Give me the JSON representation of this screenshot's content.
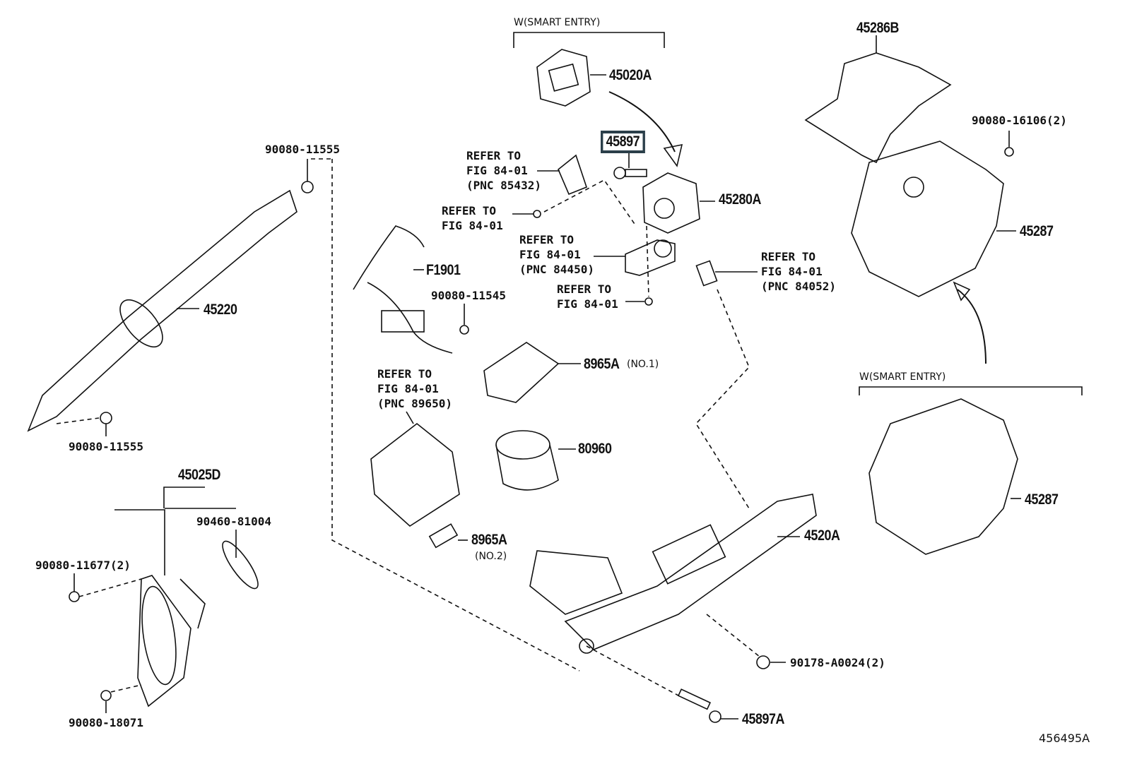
{
  "diagram": {
    "figure_id": "456495A",
    "group_notes": [
      {
        "text": "W(SMART ENTRY)"
      },
      {
        "text": "W(SMART ENTRY)"
      }
    ],
    "highlighted_part": "45897",
    "parts": {
      "p45020A": "45020A",
      "p45280A": "45280A",
      "pF1901": "F1901",
      "p90080_11545": "90080-11545",
      "p8965A_1": "8965A",
      "p8965A_1_note": "(NO.1)",
      "p80960": "80960",
      "p8965A_2": "8965A",
      "p8965A_2_note": "(NO.2)",
      "p4520A": "4520A",
      "p90178": "90178-A0024(2)",
      "p45897A": "45897A",
      "p90080_11555_top": "90080-11555",
      "p45220": "45220",
      "p90080_11555_bottom": "90080-11555",
      "p45025D": "45025D",
      "p90460": "90460-81004",
      "p90080_11677": "90080-11677(2)",
      "p90080_18071": "90080-18071",
      "p45286B": "45286B",
      "p90080_16106": "90080-16106(2)",
      "p45287_a": "45287",
      "p45287_b": "45287"
    },
    "references": [
      {
        "line1": "REFER TO",
        "line2": "FIG 84-01",
        "line3": "(PNC 85432)"
      },
      {
        "line1": "REFER TO",
        "line2": "FIG 84-01"
      },
      {
        "line1": "REFER TO",
        "line2": "FIG 84-01",
        "line3": "(PNC 84450)"
      },
      {
        "line1": "REFER TO",
        "line2": "FIG 84-01"
      },
      {
        "line1": "REFER TO",
        "line2": "FIG 84-01",
        "line3": "(PNC 84052)"
      },
      {
        "line1": "REFER TO",
        "line2": "FIG 84-01",
        "line3": "(PNC 89650)"
      }
    ]
  }
}
